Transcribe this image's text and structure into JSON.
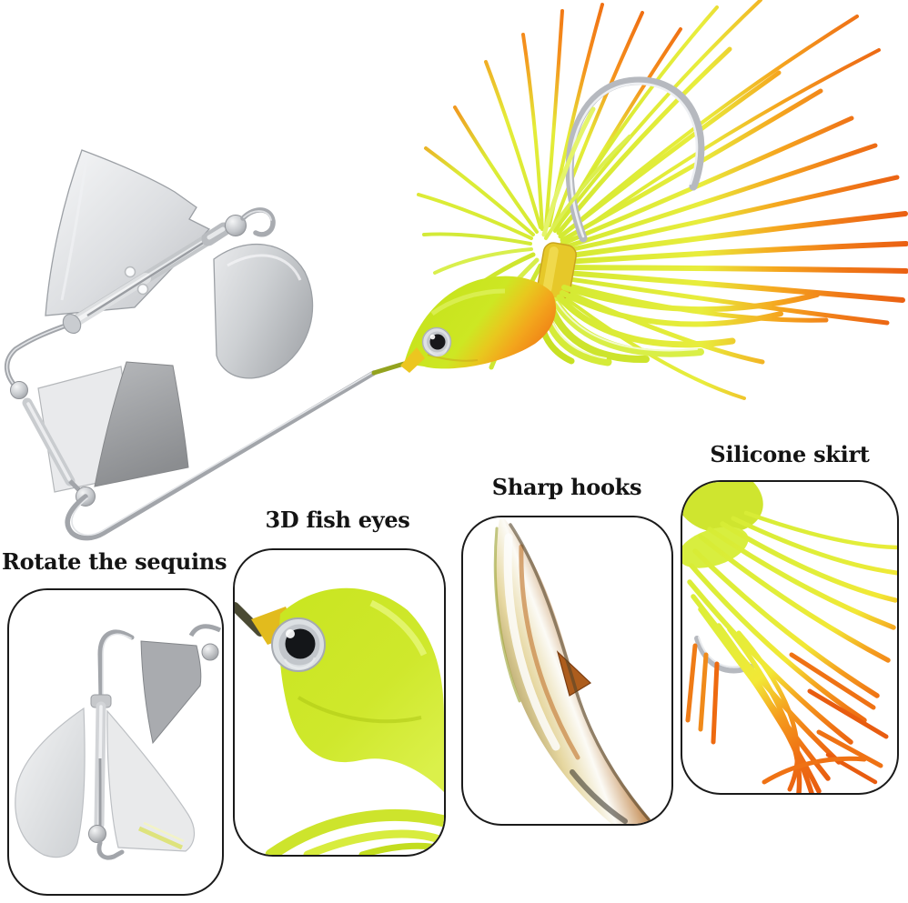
{
  "callouts": [
    {
      "id": "rotate-sequins",
      "label": "Rotate the sequins"
    },
    {
      "id": "fish-eyes",
      "label": "3D fish eyes"
    },
    {
      "id": "sharp-hooks",
      "label": "Sharp hooks"
    },
    {
      "id": "silicone-skirt",
      "label": "Silicone skirt"
    }
  ],
  "colors": {
    "background": "#ffffff",
    "label_text": "#141414",
    "skirt_chartreuse": "#d5ec39",
    "skirt_yellow": "#f2ee3c",
    "skirt_orange": "#f5881d",
    "skirt_deep_orange": "#ea5f12",
    "body_chartreuse": "#c8e51e",
    "belly_orange": "#f0821c",
    "collar_gold": "#e6c829",
    "metal_silver": "#d0d2d5",
    "eye_pupil": "#17181b",
    "panel_border": "#1a1a1a"
  }
}
